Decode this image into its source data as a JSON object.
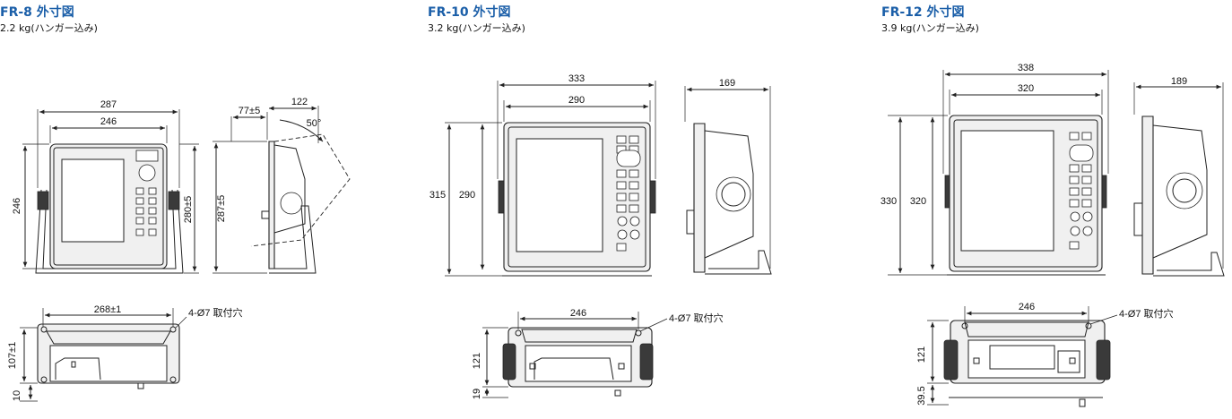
{
  "models": [
    {
      "title": "FR-8 外寸図",
      "weight": "2.2 kg(ハンガー込み)",
      "dims": {
        "front_width": "287",
        "front_inner_width": "246",
        "front_height": "246",
        "front_total_height": "280±5",
        "side_depth_a": "77±5",
        "side_depth_b": "122",
        "tilt_angle": "50°",
        "side_height": "287±5",
        "bottom_width": "268±1",
        "hole_note": "4-Ø7 取付穴",
        "bottom_depth": "107±1",
        "bottom_foot": "10"
      }
    },
    {
      "title": "FR-10 外寸図",
      "weight": "3.2 kg(ハンガー込み)",
      "dims": {
        "front_width": "333",
        "front_inner_width": "290",
        "front_total_height": "315",
        "front_height": "290",
        "side_depth": "169",
        "bottom_width": "246",
        "hole_note": "4-Ø7 取付穴",
        "bottom_depth": "121",
        "bottom_foot": "19"
      }
    },
    {
      "title": "FR-12 外寸図",
      "weight": "3.9 kg(ハンガー込み)",
      "dims": {
        "front_width": "338",
        "front_inner_width": "320",
        "front_total_height": "330",
        "front_height": "320",
        "side_depth": "189",
        "bottom_width": "246",
        "hole_note": "4-Ø7 取付穴",
        "bottom_depth": "121",
        "bottom_foot": "39.5"
      }
    }
  ]
}
